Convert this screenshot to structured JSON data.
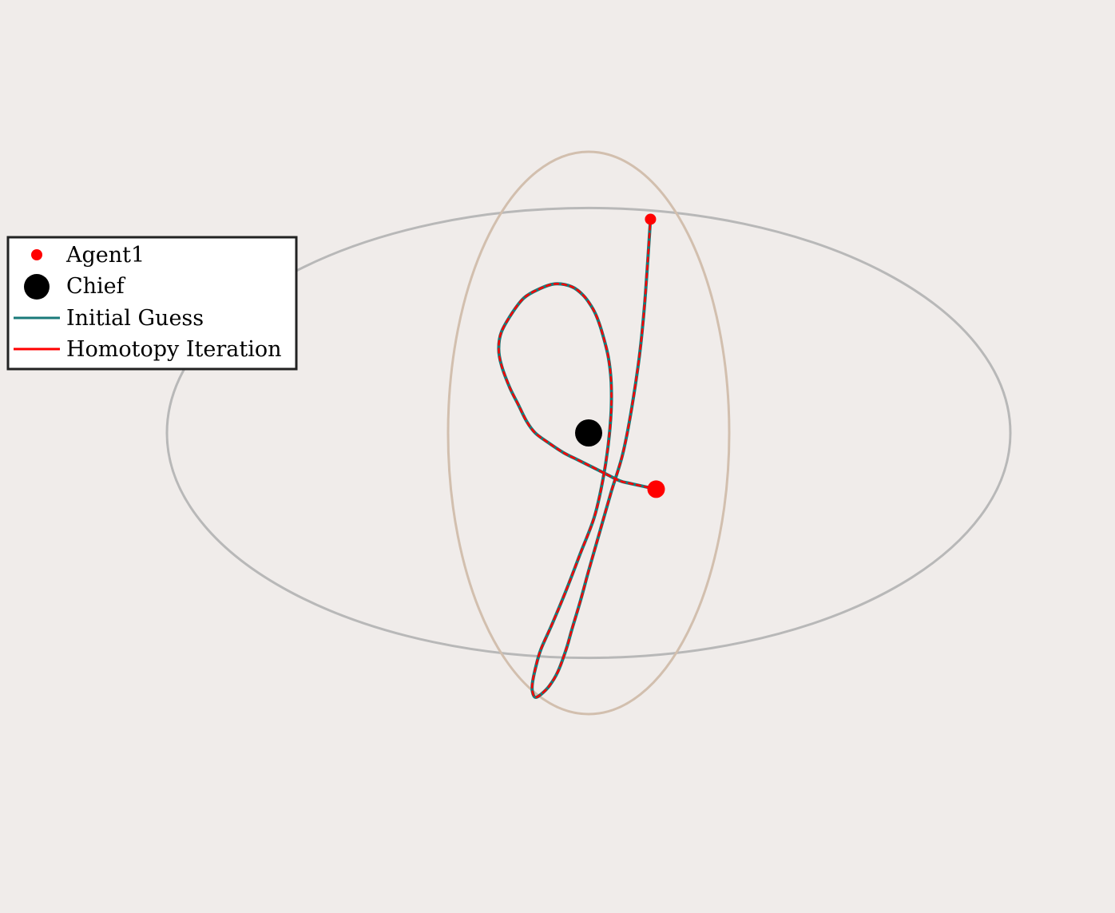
{
  "chart_data": {
    "type": "line",
    "title": "",
    "xlabel": "",
    "ylabel": "",
    "grid": false,
    "axes_visible": false,
    "x_range": [
      -1.5,
      1.5
    ],
    "y_range": [
      -1.3,
      1.3
    ],
    "legend": {
      "placement": "middle-left",
      "entries": [
        {
          "label": "Agent1",
          "marker": "dot-small",
          "color": "#ff0000"
        },
        {
          "label": "Chief",
          "marker": "dot-large",
          "color": "#000000"
        },
        {
          "label": "Initial Guess",
          "marker": "line",
          "color": "#1a7a7a"
        },
        {
          "label": "Homotopy Iteration",
          "marker": "line",
          "color": "#ff0000"
        }
      ]
    },
    "reference_orbits": [
      {
        "type": "ellipse",
        "center": [
          0,
          0
        ],
        "rx": 1.5,
        "ry": 0.8,
        "color": "#b8b8b8"
      },
      {
        "type": "ellipse",
        "center": [
          0,
          0
        ],
        "rx": 0.5,
        "ry": 1.0,
        "color": "#d2bfae"
      }
    ],
    "chief": {
      "x": 0.0,
      "y": 0.0,
      "color": "#000000"
    },
    "agent_points": [
      {
        "x": 0.22,
        "y": 0.76,
        "color": "#ff0000"
      },
      {
        "x": 0.24,
        "y": -0.2,
        "color": "#ff0000"
      }
    ],
    "series": [
      {
        "name": "Initial Guess",
        "color": "#1a7a7a",
        "x": [
          0.24,
          0.15,
          0.11,
          0.05,
          -0.03,
          -0.09,
          -0.15,
          -0.19,
          -0.22,
          -0.25,
          -0.28,
          -0.31,
          -0.32,
          -0.31,
          -0.27,
          -0.23,
          -0.18,
          -0.12,
          -0.06,
          -0.02,
          0.01,
          0.03,
          0.05,
          0.07,
          0.08,
          0.08,
          0.07,
          0.05,
          0.02,
          -0.03,
          -0.08,
          -0.13,
          -0.17,
          -0.19,
          -0.2,
          -0.2,
          -0.19,
          -0.17,
          -0.14,
          -0.11,
          -0.08,
          -0.06,
          -0.03,
          0.0,
          0.04,
          0.08,
          0.12,
          0.15,
          0.18,
          0.2,
          0.22
        ],
        "y": [
          -0.2,
          -0.18,
          -0.17,
          -0.14,
          -0.1,
          -0.07,
          -0.03,
          0.0,
          0.04,
          0.1,
          0.16,
          0.24,
          0.3,
          0.36,
          0.43,
          0.48,
          0.51,
          0.53,
          0.52,
          0.49,
          0.45,
          0.41,
          0.35,
          0.27,
          0.18,
          0.08,
          -0.04,
          -0.17,
          -0.3,
          -0.43,
          -0.56,
          -0.68,
          -0.77,
          -0.84,
          -0.89,
          -0.92,
          -0.94,
          -0.93,
          -0.9,
          -0.85,
          -0.77,
          -0.7,
          -0.6,
          -0.49,
          -0.35,
          -0.21,
          -0.08,
          0.07,
          0.27,
          0.47,
          0.76
        ]
      },
      {
        "name": "Homotopy Iteration",
        "color": "#ff0000",
        "x": [
          0.24,
          0.15,
          0.11,
          0.05,
          -0.03,
          -0.09,
          -0.15,
          -0.19,
          -0.22,
          -0.25,
          -0.28,
          -0.31,
          -0.32,
          -0.31,
          -0.27,
          -0.23,
          -0.18,
          -0.12,
          -0.06,
          -0.02,
          0.01,
          0.03,
          0.05,
          0.07,
          0.08,
          0.08,
          0.07,
          0.05,
          0.02,
          -0.03,
          -0.08,
          -0.13,
          -0.17,
          -0.19,
          -0.2,
          -0.2,
          -0.19,
          -0.17,
          -0.14,
          -0.11,
          -0.08,
          -0.06,
          -0.03,
          0.0,
          0.04,
          0.08,
          0.12,
          0.15,
          0.18,
          0.2,
          0.22
        ],
        "y": [
          -0.2,
          -0.18,
          -0.17,
          -0.14,
          -0.1,
          -0.07,
          -0.03,
          0.0,
          0.04,
          0.1,
          0.16,
          0.24,
          0.3,
          0.36,
          0.43,
          0.48,
          0.51,
          0.53,
          0.52,
          0.49,
          0.45,
          0.41,
          0.35,
          0.27,
          0.18,
          0.08,
          -0.04,
          -0.17,
          -0.3,
          -0.43,
          -0.56,
          -0.68,
          -0.77,
          -0.84,
          -0.89,
          -0.92,
          -0.94,
          -0.93,
          -0.9,
          -0.85,
          -0.77,
          -0.7,
          -0.6,
          -0.49,
          -0.35,
          -0.21,
          -0.08,
          0.07,
          0.27,
          0.47,
          0.76
        ]
      }
    ]
  }
}
